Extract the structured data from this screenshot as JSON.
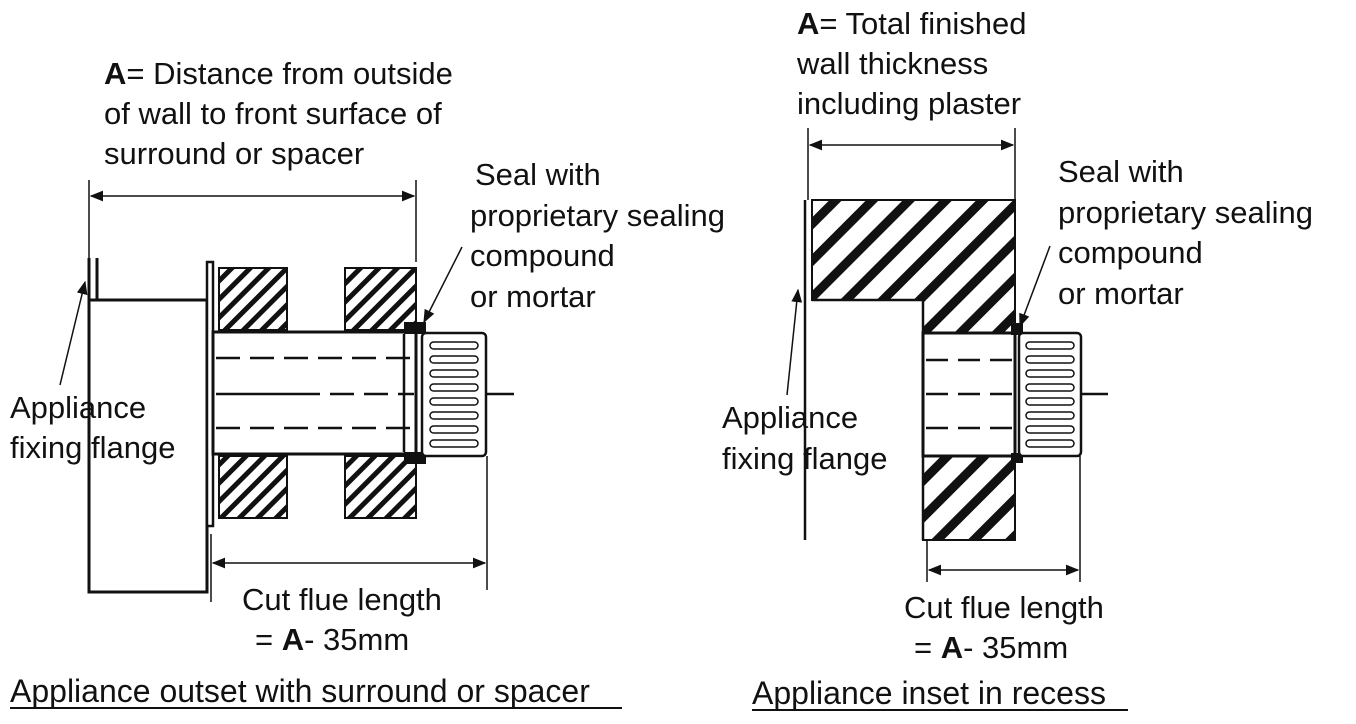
{
  "left": {
    "dimension_label": {
      "letter": "A",
      "line1": "= Distance from outside",
      "line2": "of wall to front surface of",
      "line3": "surround or spacer"
    },
    "seal_label": [
      "Seal with",
      "proprietary sealing",
      "compound",
      "or mortar"
    ],
    "flange_label": [
      "Appliance",
      "fixing flange"
    ],
    "cut_label": {
      "line1": "Cut flue length",
      "prefix": "= ",
      "letter": "A",
      "suffix": "- 35mm"
    },
    "caption": "Appliance outset with surround or spacer"
  },
  "right": {
    "dimension_label": {
      "letter": "A",
      "line1": "= Total finished",
      "line2": "wall thickness",
      "line3": "including plaster"
    },
    "seal_label": [
      "Seal with",
      "proprietary sealing",
      "compound",
      "or mortar"
    ],
    "flange_label": [
      "Appliance",
      "fixing flange"
    ],
    "cut_label": {
      "line1": "Cut flue length",
      "prefix": "= ",
      "letter": "A",
      "suffix": "- 35mm"
    },
    "caption": "Appliance inset in recess"
  }
}
